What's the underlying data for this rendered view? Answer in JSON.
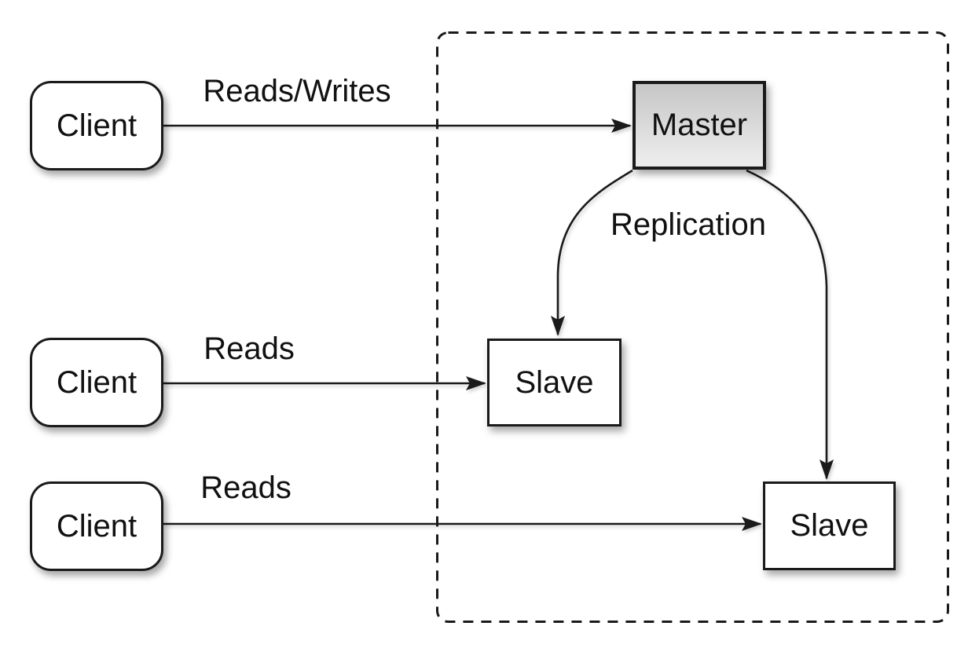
{
  "colors": {
    "background": "#ffffff",
    "stroke": "#1a1a1a",
    "node_fill": "#ffffff",
    "master_gradient_top": "#c6c6c6",
    "master_gradient_bottom": "#eaeaea",
    "text": "#111111"
  },
  "nodes": {
    "client_top": {
      "label": "Client"
    },
    "client_middle": {
      "label": "Client"
    },
    "client_bottom": {
      "label": "Client"
    },
    "master": {
      "label": "Master"
    },
    "slave_left": {
      "label": "Slave"
    },
    "slave_right": {
      "label": "Slave"
    }
  },
  "edges": {
    "client_top_to_master": {
      "label": "Reads/Writes"
    },
    "client_middle_to_slave_left": {
      "label": "Reads"
    },
    "client_bottom_to_slave_right": {
      "label": "Reads"
    },
    "master_to_slaves": {
      "label": "Replication"
    }
  }
}
